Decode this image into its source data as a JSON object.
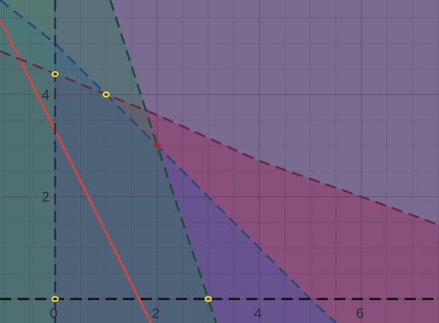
{
  "chart_data": {
    "type": "scatter",
    "title": "",
    "xlabel": "",
    "ylabel": "",
    "xlim": [
      -1.08,
      7.52
    ],
    "ylim": [
      -0.47,
      5.85
    ],
    "grid": true,
    "x_tick_labels": [
      {
        "value": 0,
        "label": "0"
      },
      {
        "value": 2,
        "label": "2"
      },
      {
        "value": 4,
        "label": "4"
      },
      {
        "value": 6,
        "label": "6"
      }
    ],
    "y_tick_labels": [
      {
        "value": 2,
        "label": "2"
      },
      {
        "value": 4,
        "label": "4"
      }
    ],
    "series": [
      {
        "kind": "line",
        "style": "solid",
        "color": "#d9443e",
        "points": [
          [
            -1.08,
            5.47
          ],
          [
            1.88,
            -0.47
          ]
        ]
      },
      {
        "kind": "line",
        "style": "dashed",
        "color": "#6a2a4a",
        "points": [
          [
            -1.08,
            4.85
          ],
          [
            1.0,
            4.0
          ],
          [
            2.0,
            3.6
          ],
          [
            4.0,
            2.7
          ],
          [
            6.0,
            2.0
          ],
          [
            7.52,
            1.45
          ]
        ]
      },
      {
        "kind": "line",
        "style": "dashed",
        "color": "#2a4a7a",
        "points": [
          [
            -1.08,
            5.85
          ],
          [
            0.0,
            5.0
          ],
          [
            1.0,
            4.0
          ],
          [
            2.0,
            3.0
          ],
          [
            4.0,
            1.0
          ],
          [
            5.0,
            0.0
          ],
          [
            5.5,
            -0.47
          ]
        ]
      },
      {
        "kind": "line",
        "style": "dashed",
        "color": "#254a3a",
        "points": [
          [
            1.08,
            5.85
          ],
          [
            2.0,
            3.0
          ],
          [
            3.0,
            0.0
          ],
          [
            3.15,
            -0.47
          ]
        ]
      },
      {
        "kind": "line",
        "style": "dashed",
        "color": "#36285a",
        "points": [
          [
            0.0,
            5.85
          ],
          [
            0.0,
            -0.47
          ]
        ]
      },
      {
        "kind": "line",
        "style": "dashed",
        "color": "#111111",
        "points": [
          [
            -1.08,
            0.0
          ],
          [
            7.52,
            0.0
          ]
        ]
      }
    ],
    "points": [
      {
        "x": 0.0,
        "y": 4.4,
        "color": "#f0e020"
      },
      {
        "x": 1.0,
        "y": 4.0,
        "color": "#f0e020"
      },
      {
        "x": 2.0,
        "y": 3.0,
        "color": "#d02020"
      },
      {
        "x": 0.0,
        "y": 0.0,
        "color": "#f0e020"
      },
      {
        "x": 3.0,
        "y": 0.0,
        "color": "#f0e020"
      }
    ],
    "shaded_regions": [
      {
        "color": "#9c2a5e",
        "polygon": [
          [
            7.52,
            -0.47
          ],
          [
            -1.08,
            -0.47
          ],
          [
            -1.08,
            4.85
          ],
          [
            1.0,
            4.0
          ],
          [
            2.0,
            3.6
          ],
          [
            4.0,
            2.7
          ],
          [
            6.0,
            2.0
          ],
          [
            7.52,
            1.45
          ]
        ]
      },
      {
        "color": "#3a58a8",
        "polygon": [
          [
            5.5,
            -0.47
          ],
          [
            -1.08,
            -0.47
          ],
          [
            -1.08,
            5.85
          ],
          [
            0.0,
            5.0
          ],
          [
            1.0,
            4.0
          ],
          [
            2.0,
            3.0
          ],
          [
            4.0,
            1.0
          ],
          [
            5.0,
            0.0
          ]
        ]
      },
      {
        "color": "#2f7a5a",
        "polygon": [
          [
            3.15,
            -0.47
          ],
          [
            -1.08,
            -0.47
          ],
          [
            -1.08,
            5.85
          ],
          [
            1.08,
            5.85
          ],
          [
            2.0,
            3.0
          ],
          [
            3.0,
            0.0
          ]
        ]
      },
      {
        "color": "#4e8468",
        "polygon": [
          [
            -1.08,
            -0.47
          ],
          [
            0.0,
            -0.47
          ],
          [
            0.0,
            5.85
          ],
          [
            -1.08,
            5.85
          ]
        ]
      }
    ]
  }
}
